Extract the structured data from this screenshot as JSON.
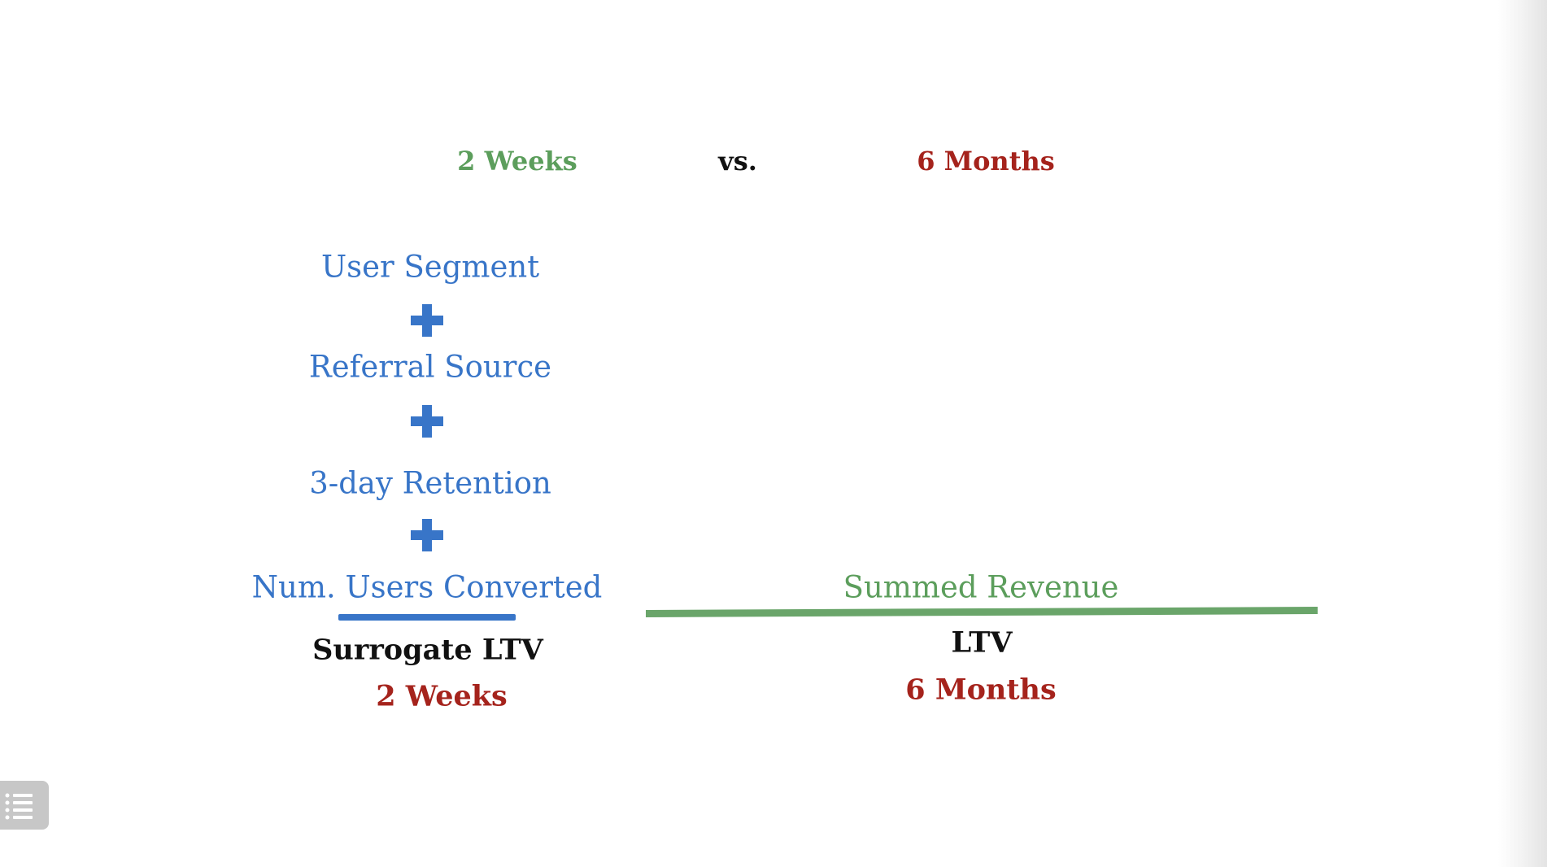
{
  "header": {
    "left_period": "2 Weeks",
    "versus": "vs.",
    "right_period": "6 Months"
  },
  "left_formula": {
    "terms": [
      "User Segment",
      "Referral Source",
      "3-day Retention"
    ],
    "numerator": "Num. Users Converted",
    "result_label": "Surrogate LTV",
    "result_period": "2 Weeks"
  },
  "right_formula": {
    "numerator": "Summed Revenue",
    "result_label": "LTV",
    "result_period": "6 Months"
  },
  "icons": {
    "plus": "plus-icon",
    "toc": "list-icon"
  },
  "colors": {
    "blue": "#3875c8",
    "green": "#5c9e5c",
    "red": "#a5231c",
    "black": "#111111",
    "toc_button": "#c7c7c7"
  }
}
